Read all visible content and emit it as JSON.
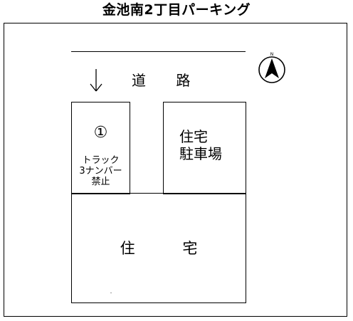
{
  "title": "金池南2丁目パーキング",
  "road": {
    "label": "道 路",
    "arrow_icon": "down-arrow-icon"
  },
  "compass": {
    "icon": "north-arrow-icon",
    "letter": "N"
  },
  "parking_lot": {
    "slot_number": "①",
    "note_lines": [
      "トラック",
      "3ナンバー",
      "禁止"
    ]
  },
  "side_lot": {
    "label_lines": [
      "住宅",
      "駐車場"
    ]
  },
  "house_lot": {
    "label": "住 宅"
  }
}
